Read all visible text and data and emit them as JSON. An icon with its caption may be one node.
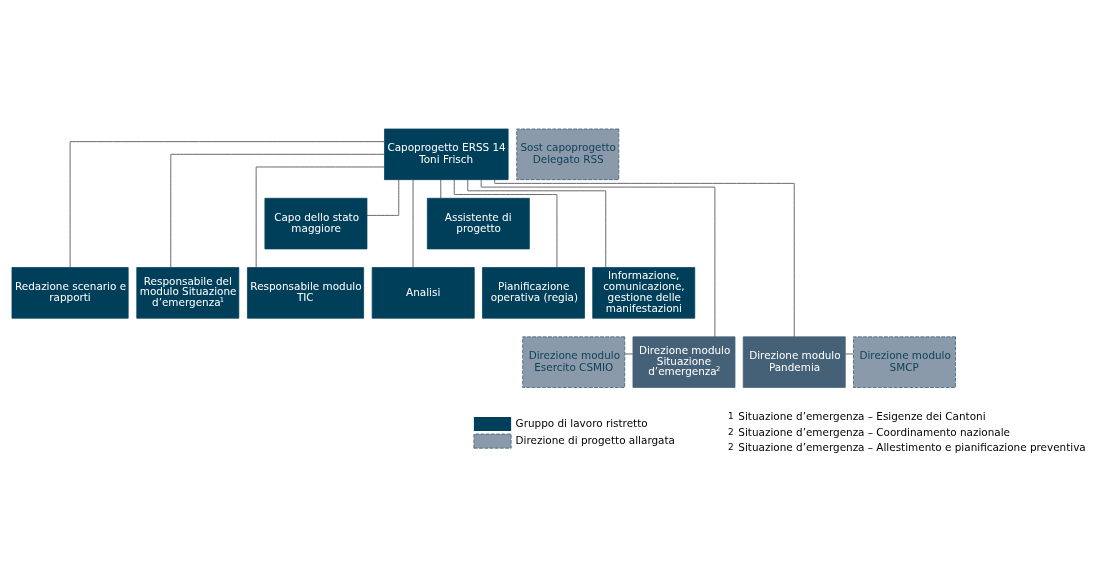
{
  "diagram": {
    "nodes": [
      {
        "text": [
          "Capoprogetto ERSS 14 Toni Frisch"
        ]
      },
      {
        "text": [
          "Sost capoprogetto Delegato RSS"
        ]
      },
      {
        "text": [
          "Capo dello stato maggiore"
        ]
      },
      {
        "text": [
          "Assistente di progetto"
        ]
      },
      {
        "text": [
          "Redazione scenario e rapporti"
        ]
      },
      {
        "text": [
          "Responsabile del modulo Situazione d’emergenza$^{1}$"
        ]
      },
      {
        "text": [
          "Responsabile modulo TIC"
        ]
      },
      {
        "text": [
          "Analisi"
        ]
      },
      {
        "text": [
          "Pianificazione operativa (regia)"
        ]
      },
      {
        "text": [
          "Informazione, comunicazione, gestione delle manifestazioni"
        ]
      },
      {
        "text": [
          "Direzione modulo Esercito CSMIO"
        ]
      },
      {
        "text": [
          "Direzione modulo Situazione d’emergenza$^{2}$"
        ]
      },
      {
        "text": [
          "Direzione modulo Pandemia"
        ]
      },
      {
        "text": [
          "Direzione modulo SMCP"
        ]
      }
    ],
    "edges": [
      {
        "from": 0,
        "to": 2,
        "arrow": "none"
      },
      {
        "from": 0,
        "to": 3,
        "arrow": "none"
      },
      {
        "from": 0,
        "to": 4,
        "arrow": "none"
      },
      {
        "from": 0,
        "to": 5,
        "arrow": "none"
      },
      {
        "from": 0,
        "to": 6,
        "arrow": "none"
      },
      {
        "from": 0,
        "to": 7,
        "arrow": "none"
      },
      {
        "from": 0,
        "to": 8,
        "arrow": "none"
      },
      {
        "from": 0,
        "to": 9,
        "arrow": "none"
      },
      {
        "from": 0,
        "to": 11,
        "arrow": "none"
      },
      {
        "from": 0,
        "to": 12,
        "arrow": "none"
      },
      {
        "from": 10,
        "to": 11,
        "arrow": "none"
      },
      {
        "from": 12,
        "to": 13,
        "arrow": "none"
      }
    ],
    "labels": [
      "1",
      "Situazione d’emergenza – Esigenze dei Cantoni",
      "2",
      "Situazione d’emergenza – Coordinamento nazionale",
      "2",
      "Situazione d’emergenza – Allestimento e pianificazione preventiva"
    ],
    "legend": [
      {
        "text": "Gruppo di lavoro ristretto",
        "color": "#003f5a"
      },
      {
        "text": "Direzione di progetto allargata",
        "color": "#8a9aab"
      }
    ]
  }
}
